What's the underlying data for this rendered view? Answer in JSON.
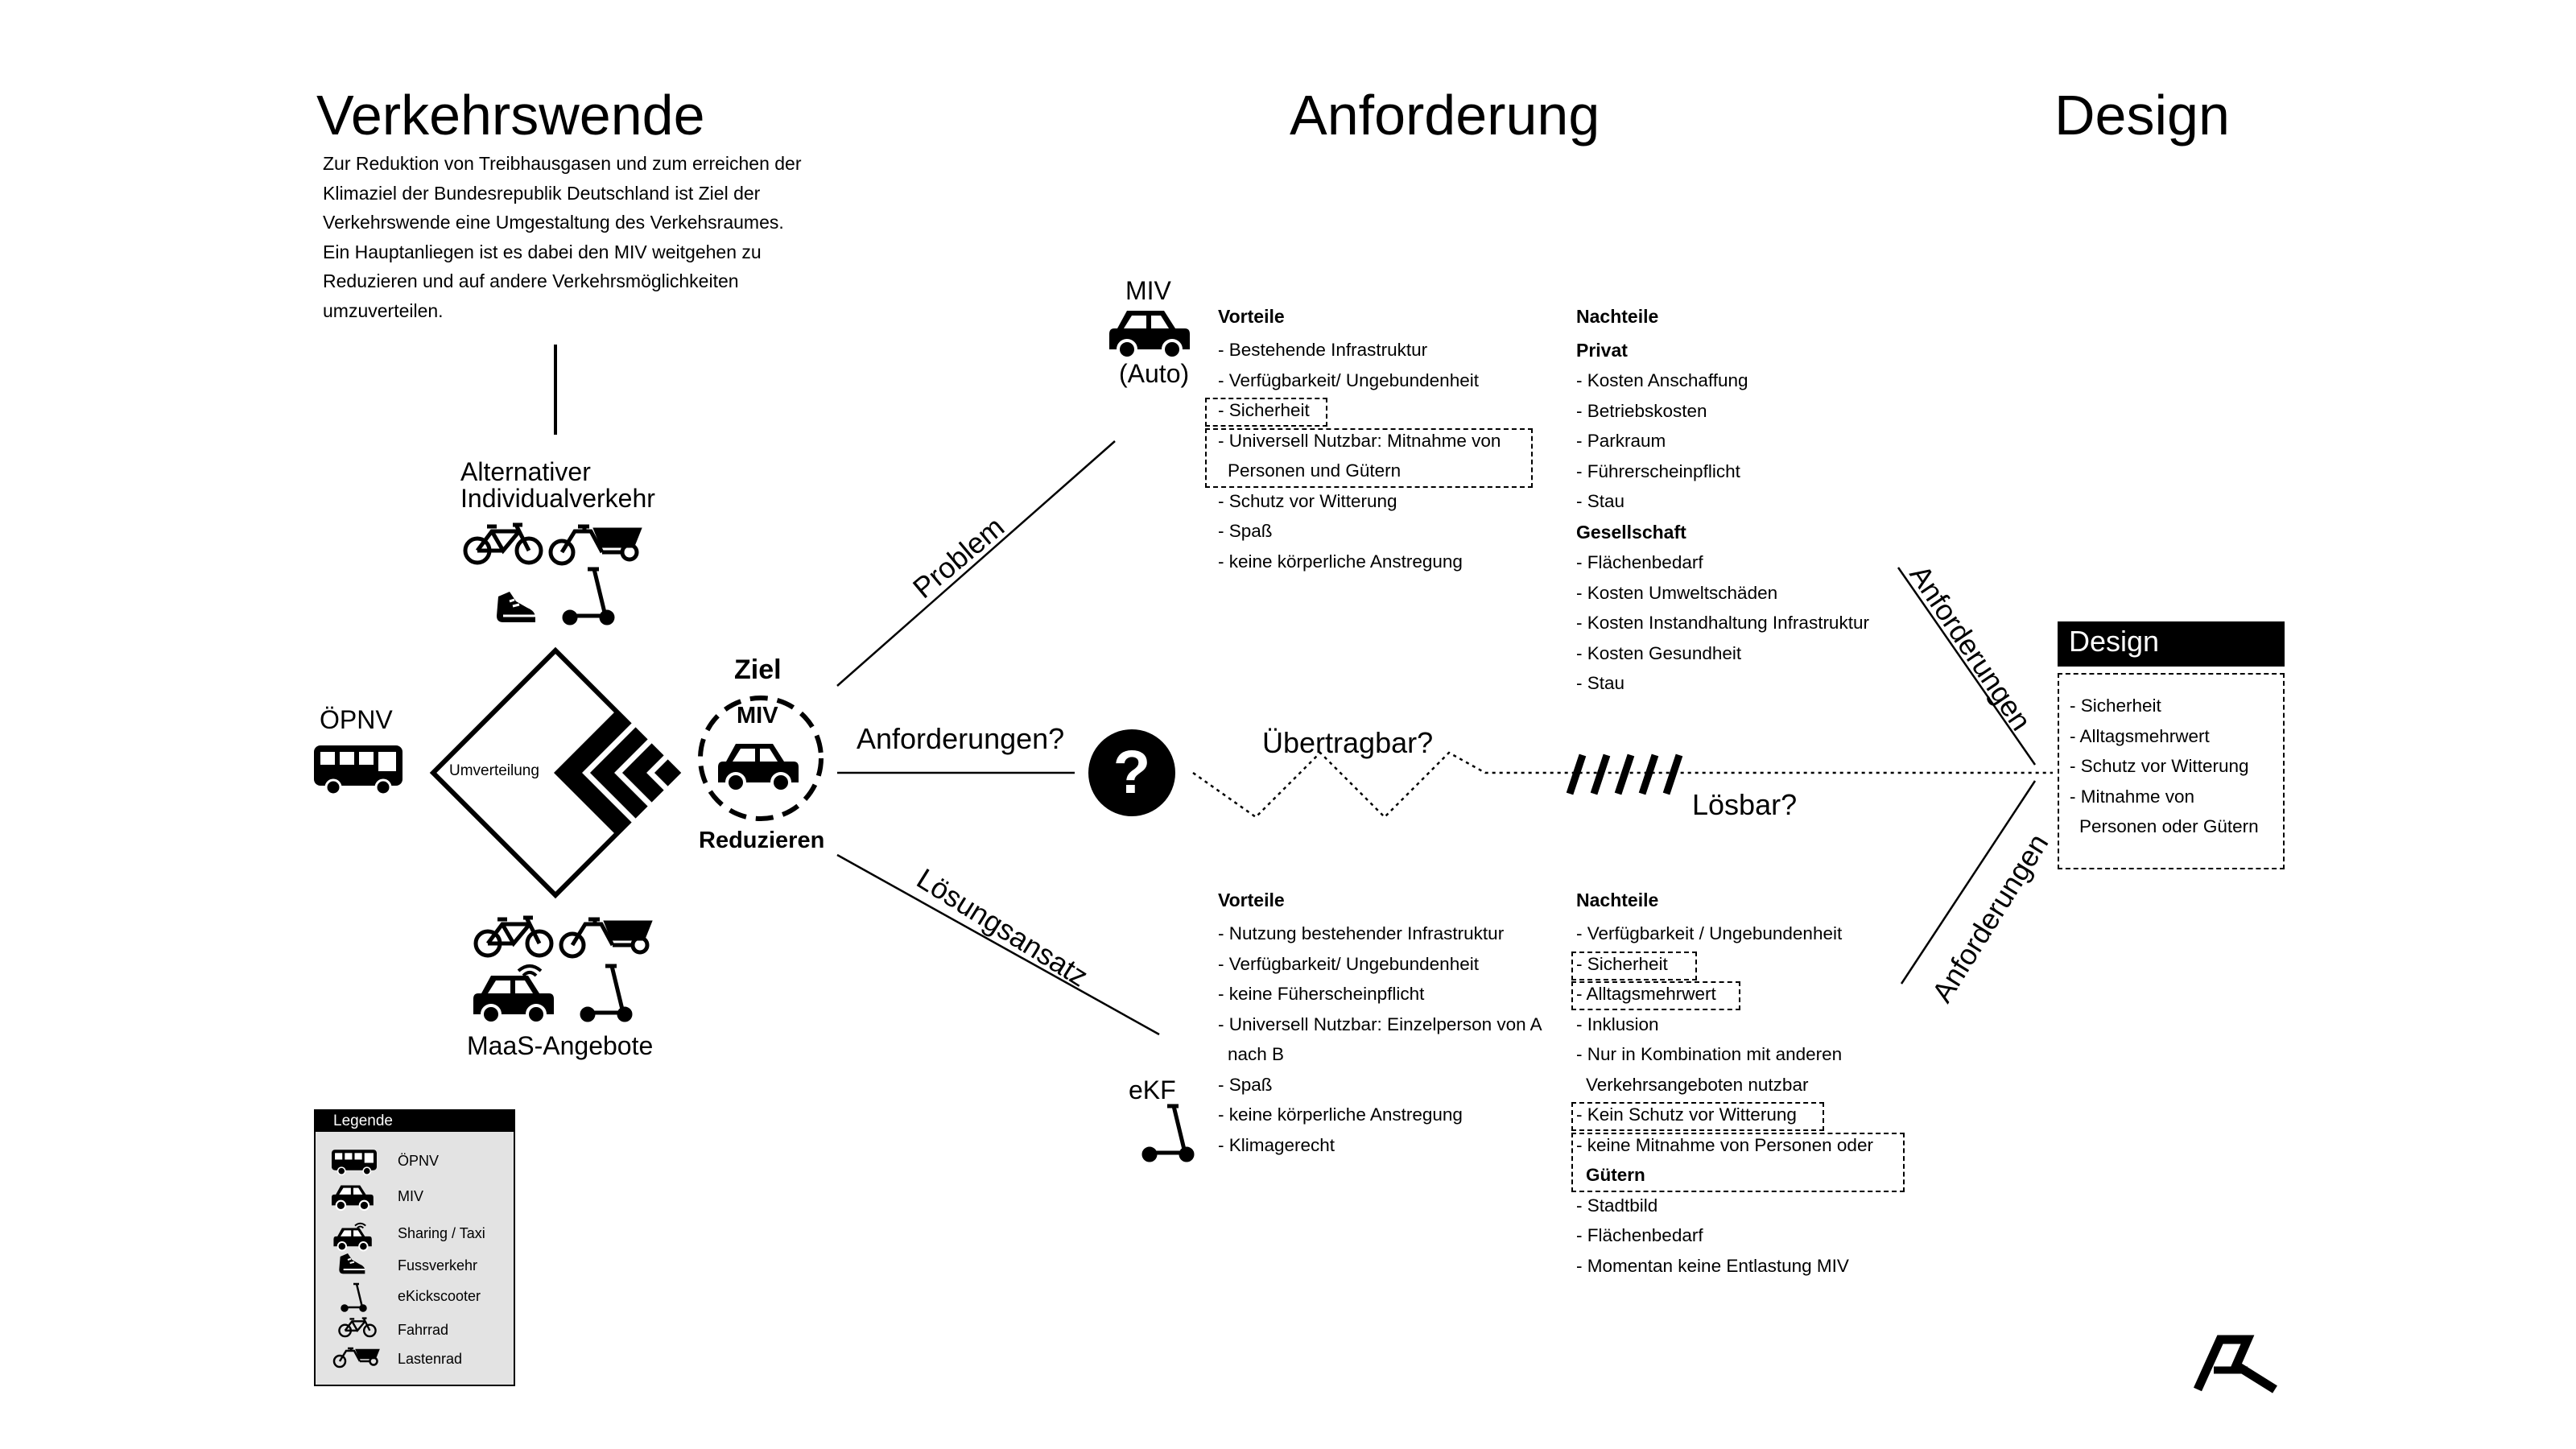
{
  "headings": {
    "left": "Verkehrswende",
    "middle": "Anforderung",
    "right": "Design"
  },
  "intro": "Zur Reduktion von Treibhausgasen und zum erreichen der Klimaziel der Bundesrepublik Deutschland ist Ziel der Verkehrswende eine Umgestaltung des Verkehsraumes. Ein Hauptanliegen ist es dabei den MIV weitgehen zu Reduzieren und auf andere Verkehrsmöglichkeiten umzuverteilen.",
  "left": {
    "alt_line1": "Alternativer",
    "alt_line2": "Individualverkehr",
    "oepnv": "ÖPNV",
    "umverteilung": "Umverteilung",
    "maas": "MaaS-Angebote"
  },
  "ziel": {
    "top": "Ziel",
    "miv": "MIV",
    "bottom": "Reduzieren"
  },
  "branches": {
    "problem": "Problem",
    "anforderungen_q": "Anforderungen?",
    "loesungsansatz": "Lösungsansatz",
    "question_mark": "?",
    "uebertragbar": "Übertragbar?",
    "loesbar": "Lösbar?",
    "anf_top": "Anforderungen",
    "anf_bottom": "Anforderungen"
  },
  "miv": {
    "label": "MIV",
    "sub": "(Auto)",
    "vorteile_head": "Vorteile",
    "vorteile": [
      "- Bestehende Infrastruktur",
      "- Verfügbarkeit/ Ungebundenheit",
      "- Sicherheit",
      "- Universell Nutzbar: Mitnahme von",
      "Personen und Gütern",
      "- Schutz vor Witterung",
      "- Spaß",
      "- keine körperliche Anstregung"
    ],
    "nachteile_head": "Nachteile",
    "privat_head": "Privat",
    "privat": [
      "- Kosten Anschaffung",
      "- Betriebskosten",
      "- Parkraum",
      "- Führerscheinpflicht",
      "- Stau"
    ],
    "gesellschaft_head": "Gesellschaft",
    "gesellschaft": [
      "- Flächenbedarf",
      "- Kosten Umweltschäden",
      "- Kosten Instandhaltung Infrastruktur",
      "- Kosten Gesundheit",
      "- Stau"
    ]
  },
  "ekf": {
    "label": "eKF",
    "vorteile_head": "Vorteile",
    "vorteile": [
      "- Nutzung bestehender Infrastruktur",
      "- Verfügbarkeit/ Ungebundenheit",
      "- keine Füherscheinpflicht",
      "- Universell Nutzbar: Einzelperson von A",
      "nach B",
      "- Spaß",
      "- keine körperliche Anstregung",
      "- Klimagerecht"
    ],
    "nachteile_head": "Nachteile",
    "nachteile": [
      "- Verfügbarkeit / Ungebundenheit",
      "- Sicherheit",
      "- Alltagsmehrwert",
      "- Inklusion",
      "- Nur in Kombination mit anderen",
      "Verkehrsangeboten nutzbar",
      "- Kein Schutz vor Witterung",
      "- keine Mitnahme von Personen oder",
      "Gütern",
      "- Stadtbild",
      "- Flächenbedarf",
      "- Momentan keine Entlastung MIV"
    ]
  },
  "design": {
    "head": "Design",
    "items": [
      "- Sicherheit",
      "- Alltagsmehrwert",
      "- Schutz vor Witterung",
      "- Mitnahme von",
      "Personen oder Gütern"
    ]
  },
  "legend": {
    "title": "Legende",
    "items": [
      {
        "icon": "bus-icon",
        "label": "ÖPNV"
      },
      {
        "icon": "car-icon",
        "label": "MIV"
      },
      {
        "icon": "sharing-car-icon",
        "label": "Sharing / Taxi"
      },
      {
        "icon": "shoe-icon",
        "label": "Fussverkehr"
      },
      {
        "icon": "scooter-icon",
        "label": "eKickscooter"
      },
      {
        "icon": "bicycle-icon",
        "label": "Fahrrad"
      },
      {
        "icon": "cargo-bike-icon",
        "label": "Lastenrad"
      }
    ]
  }
}
